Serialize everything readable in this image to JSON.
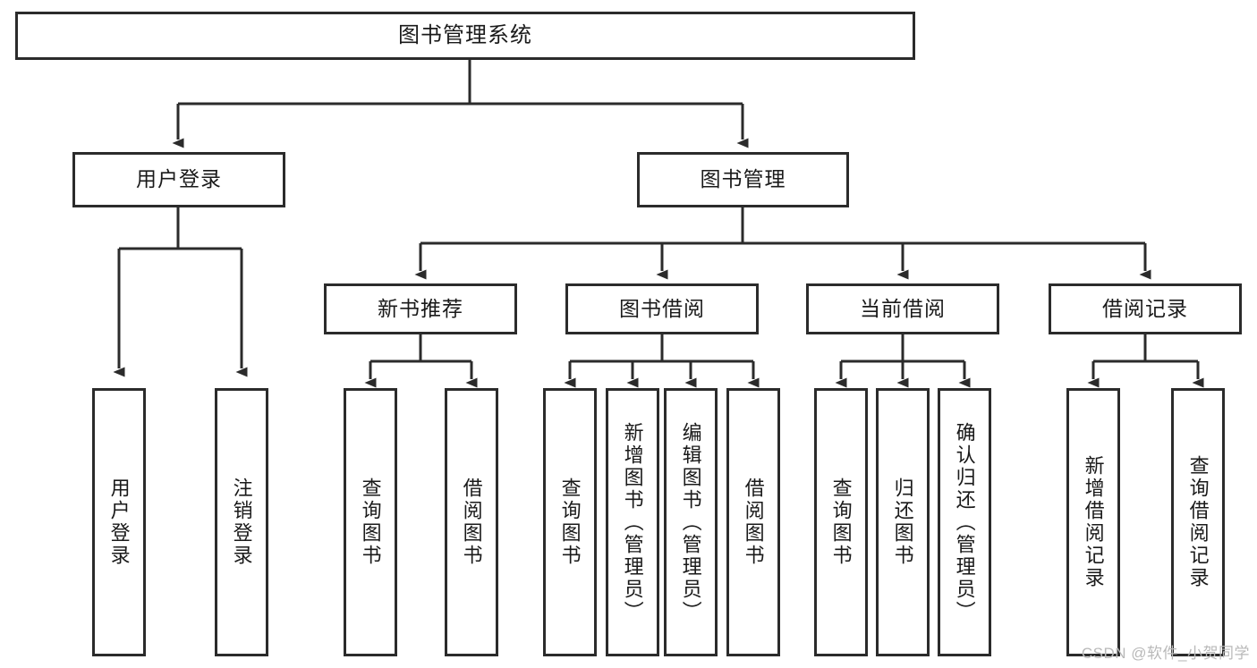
{
  "diagram": {
    "title": "图书管理系统",
    "type": "tree-hierarchy-diagram",
    "colors": {
      "box_border": "#2b2b2b",
      "box_fill": "#ffffff",
      "edge": "#2b2b2b",
      "text": "#1a1a1a",
      "watermark": "#b9b9b9",
      "background": "#ffffff"
    }
  },
  "root": {
    "label": "图书管理系统"
  },
  "level2": [
    {
      "label": "用户登录"
    },
    {
      "label": "图书管理"
    }
  ],
  "level3": [
    {
      "label": "新书推荐"
    },
    {
      "label": "图书借阅"
    },
    {
      "label": "当前借阅"
    },
    {
      "label": "借阅记录"
    }
  ],
  "leaves": {
    "user_login": [
      {
        "label": "用户登录"
      },
      {
        "label": "注销登录"
      }
    ],
    "new_book_recommend": [
      {
        "label": "查询图书"
      },
      {
        "label": "借阅图书"
      }
    ],
    "book_borrow": [
      {
        "label": "查询图书"
      },
      {
        "label": "新增图书（管理员）"
      },
      {
        "label": "编辑图书（管理员）"
      },
      {
        "label": "借阅图书"
      }
    ],
    "current_borrow": [
      {
        "label": "查询图书"
      },
      {
        "label": "归还图书"
      },
      {
        "label": "确认归还（管理员）"
      }
    ],
    "borrow_record": [
      {
        "label": "新增借阅记录"
      },
      {
        "label": "查询借阅记录"
      }
    ]
  },
  "watermark": {
    "text": "CSDN @软件_小贺同学"
  }
}
